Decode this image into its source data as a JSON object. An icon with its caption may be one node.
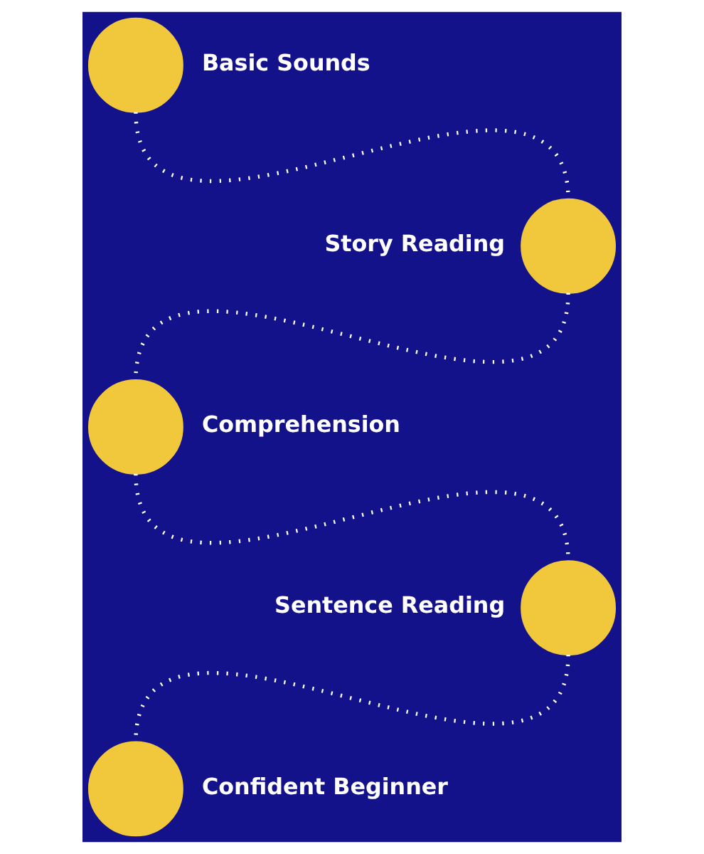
{
  "diagram": {
    "nodes": [
      {
        "text": [],
        "shape": "circle",
        "beside": [
          "Basic Sounds"
        ]
      },
      {
        "text": [],
        "shape": "circle",
        "beside": [
          "Story Reading"
        ]
      },
      {
        "text": [],
        "shape": "circle",
        "beside": [
          "Comprehension"
        ]
      },
      {
        "text": [],
        "shape": "circle",
        "beside": [
          "Sentence Reading"
        ]
      },
      {
        "text": [],
        "shape": "circle",
        "beside": [
          "Confident Beginner"
        ]
      }
    ],
    "edges": [
      {
        "from": 0,
        "to": 1,
        "arrow": "none",
        "style": "dashed"
      },
      {
        "from": 1,
        "to": 2,
        "arrow": "none",
        "style": "dashed"
      },
      {
        "from": 2,
        "to": 3,
        "arrow": "none",
        "style": "dashed"
      },
      {
        "from": 3,
        "to": 4,
        "arrow": "none",
        "style": "dashed"
      }
    ]
  }
}
